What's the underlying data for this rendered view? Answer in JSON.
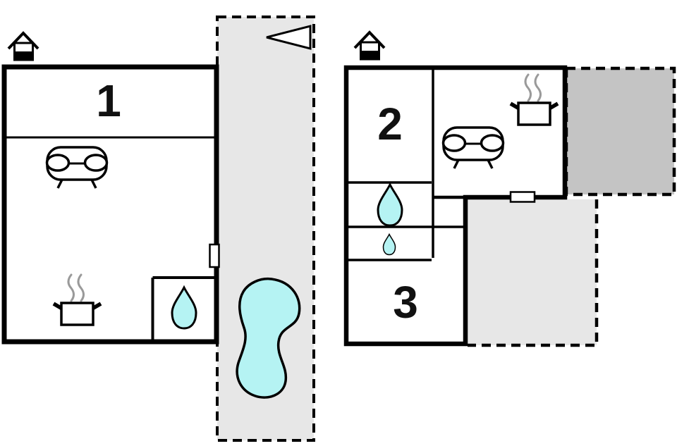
{
  "colors": {
    "background": "#ffffff",
    "wall": "#000000",
    "terrace_light": "#e7e7e7",
    "terrace_dark": "#c4c4c4",
    "water": "#b5f3f3",
    "steam": "#9a9a9a"
  },
  "floorplan": {
    "rooms": [
      {
        "label": "1"
      },
      {
        "label": "2"
      },
      {
        "label": "3"
      }
    ],
    "icons": [
      "north-arrow-icon",
      "entrance-icon",
      "sofa-icon",
      "stove-icon",
      "water-drop-icon",
      "pond-icon",
      "door-icon",
      "terrace-area",
      "balcony-area"
    ]
  }
}
